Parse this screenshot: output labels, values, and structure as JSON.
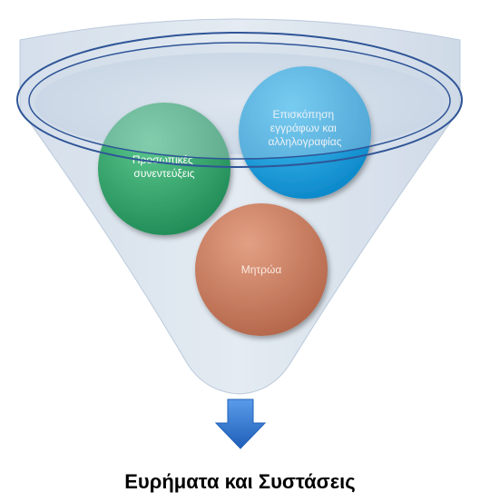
{
  "diagram": {
    "circles": [
      {
        "id": "interviews",
        "lines": [
          "Προσωπικές",
          "συνεντεύξεις"
        ],
        "color": "#2fa36a"
      },
      {
        "id": "documents",
        "lines": [
          "Επισκόπηση",
          "εγγράφων και",
          "αλληλογραφίας"
        ],
        "color": "#12a6e6"
      },
      {
        "id": "registers",
        "lines": [
          "Μητρώα"
        ],
        "color": "#c97c5d"
      }
    ],
    "result": "Ευρήματα και Συστάσεις",
    "colors": {
      "funnel_fill": "#c9d7e6",
      "funnel_rim": "#2f5597",
      "arrow": "#2e75d6"
    }
  }
}
